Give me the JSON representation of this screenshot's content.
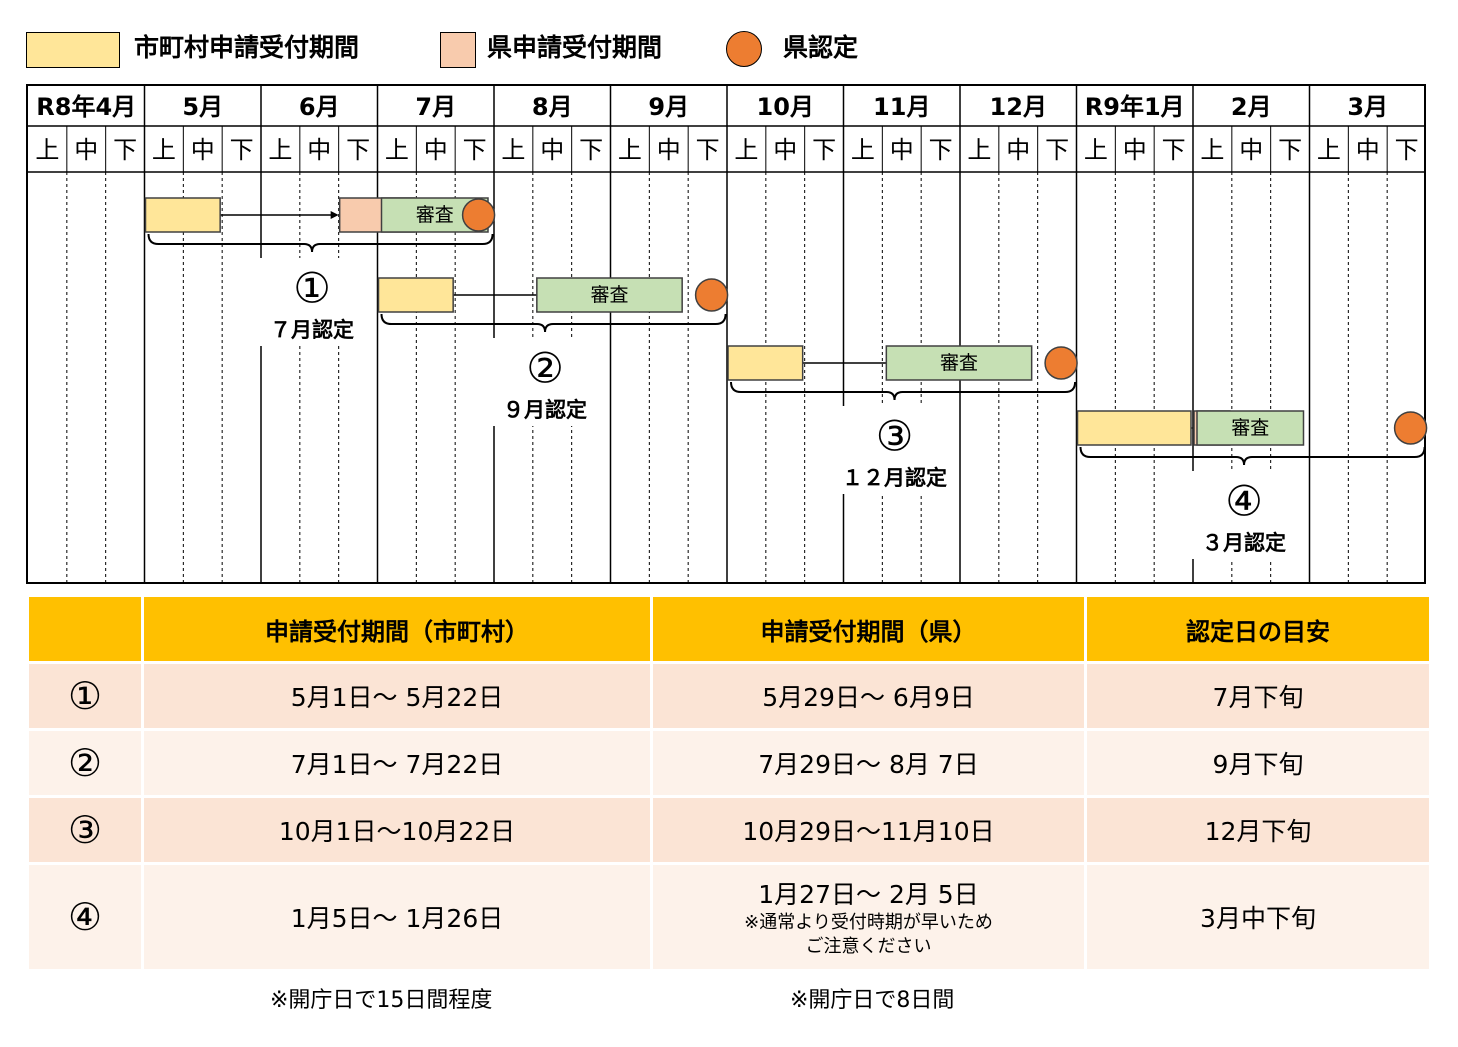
{
  "legend": {
    "municipal_label": "市町村申請受付期間",
    "prefecture_label": "県申請受付期間",
    "cert_label": "県認定"
  },
  "colors": {
    "municipal": "#ffe699",
    "prefecture": "#f8cbad",
    "review": "#c6e0b4",
    "cert": "#ed7d31",
    "header": "#ffc000",
    "row_dark": "#fbe4d5",
    "row_light": "#fdf2ea"
  },
  "timeline": {
    "months": [
      "R8年4月",
      "5月",
      "6月",
      "7月",
      "8月",
      "9月",
      "10月",
      "11月",
      "12月",
      "R9年1月",
      "2月",
      "3月"
    ],
    "periods": [
      "上",
      "中",
      "下"
    ],
    "review_label": "審査",
    "rounds": [
      {
        "symbol": "①",
        "cert_text": "７月認定",
        "municipal": [
          1,
          1,
          1,
          2
        ],
        "prefecture": [
          2,
          3,
          3,
          1
        ],
        "review": [
          3,
          1,
          3,
          3
        ],
        "cert": [
          3,
          3
        ]
      },
      {
        "symbol": "②",
        "cert_text": "９月認定",
        "municipal": [
          3,
          1,
          3,
          2
        ],
        "prefecture": [
          4,
          3,
          4,
          1
        ],
        "review": [
          4,
          2,
          5,
          2
        ],
        "cert": [
          5,
          3
        ]
      },
      {
        "symbol": "③",
        "cert_text": "１２月認定",
        "municipal": [
          6,
          1,
          6,
          2
        ],
        "prefecture": [
          7,
          3,
          7,
          1
        ],
        "review": [
          7,
          2,
          8,
          2
        ],
        "cert": [
          8,
          3
        ]
      },
      {
        "symbol": "④",
        "cert_text": "３月認定",
        "municipal": [
          9,
          1,
          9,
          3
        ],
        "prefecture": [
          10,
          1,
          10,
          1
        ],
        "review": [
          10,
          1,
          10,
          3
        ],
        "cert": [
          11,
          3
        ]
      }
    ]
  },
  "table": {
    "headers": [
      "",
      "申請受付期間（市町村）",
      "申請受付期間（県）",
      "認定日の目安"
    ],
    "rows": [
      {
        "num": "①",
        "municipal": "5月1日～ 5月22日",
        "prefecture": "5月29日～  6月9日",
        "cert": "7月下旬"
      },
      {
        "num": "②",
        "municipal": "7月1日～ 7月22日",
        "prefecture": "7月29日～  8月 7日",
        "cert": "9月下旬"
      },
      {
        "num": "③",
        "municipal": "10月1日～10月22日",
        "prefecture": "10月29日～11月10日",
        "cert": "12月下旬"
      },
      {
        "num": "④",
        "municipal": "1月5日～ 1月26日",
        "prefecture": "1月27日～  2月 5日",
        "prefecture_note1": "※通常より受付時期が早いため",
        "prefecture_note2": "ご注意ください",
        "cert": "3月中下旬"
      }
    ],
    "footnote_municipal": "※開庁日で15日間程度",
    "footnote_prefecture": "※開庁日で8日間"
  }
}
